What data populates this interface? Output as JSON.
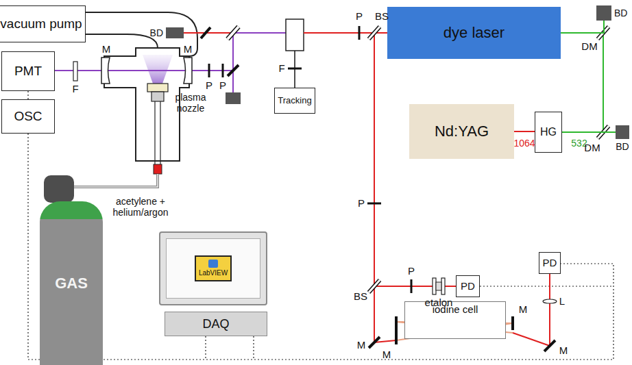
{
  "diagram": {
    "nodes": [
      {
        "text": [
          "vacuum pump"
        ]
      },
      {
        "text": [
          "PMT"
        ]
      },
      {
        "text": [
          "OSC"
        ]
      },
      {
        "text": [
          "BD"
        ]
      },
      {
        "text": [
          "Tracking"
        ]
      },
      {
        "text": [
          "dye laser"
        ]
      },
      {
        "text": [
          "Nd:YAG"
        ]
      },
      {
        "text": [
          "HG"
        ]
      },
      {
        "text": [
          "BD"
        ]
      },
      {
        "text": [
          "BD"
        ]
      },
      {
        "text": [
          "PD"
        ]
      },
      {
        "text": [
          "PD"
        ]
      },
      {
        "text": [
          "iodine cell"
        ]
      },
      {
        "text": [
          "GAS"
        ]
      },
      {
        "text": [
          "LabVIEW"
        ]
      },
      {
        "text": [
          "DAQ"
        ]
      }
    ],
    "edges": [
      {
        "from": 6,
        "to": 7,
        "arrow": "none",
        "label": "1064"
      },
      {
        "from": 7,
        "to": 9,
        "arrow": "none",
        "label": "532"
      },
      {
        "from": 5,
        "to": 8,
        "arrow": "none"
      },
      {
        "from": 1,
        "to": 2,
        "arrow": "none"
      }
    ],
    "labels": [
      "M",
      "M",
      "F",
      "P",
      "P",
      "plasma nozzle",
      "F",
      "BS",
      "P",
      "DM",
      "DM",
      "P",
      "BS",
      "P",
      "etalon",
      "L",
      "M",
      "M",
      "M",
      "M",
      "acetylene + helium/argon"
    ]
  }
}
